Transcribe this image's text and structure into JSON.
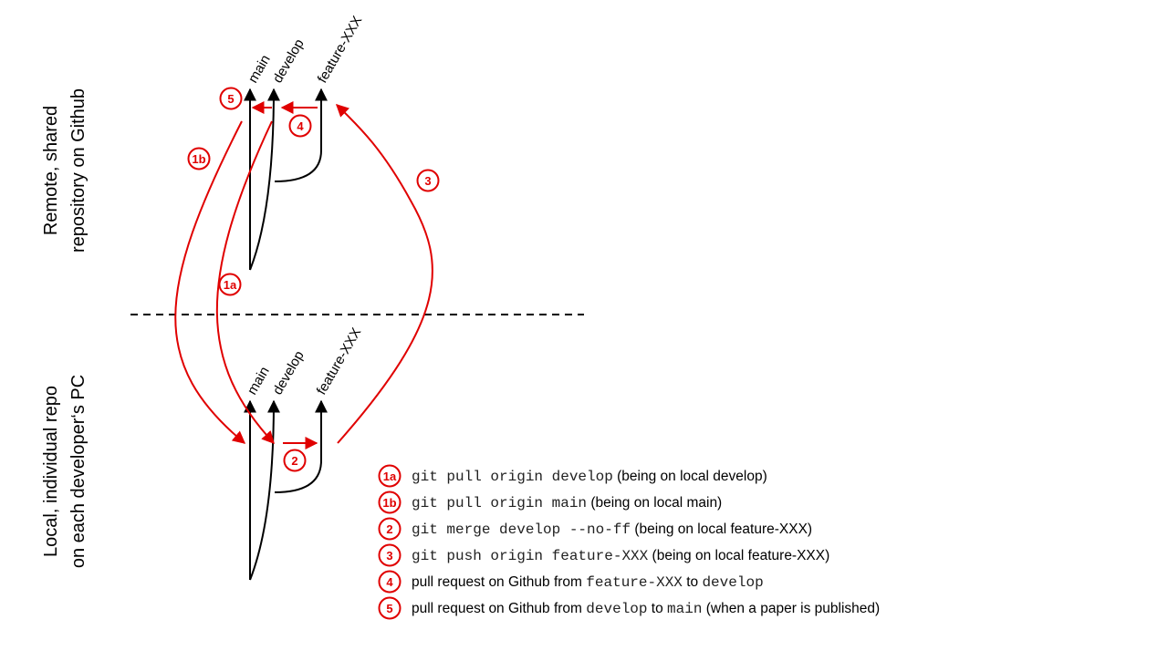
{
  "colors": {
    "accent": "#e00000",
    "branch": "#000000",
    "text": "#000000"
  },
  "regions": {
    "remote": {
      "line1": "Remote, shared",
      "line2": "repository on Github"
    },
    "local": {
      "line1": "Local, individual repo",
      "line2": "on each developer‘s PC"
    }
  },
  "remote_branches": {
    "main": "main",
    "develop": "develop",
    "feature": "feature-XXX"
  },
  "local_branches": {
    "main": "main",
    "develop": "develop",
    "feature": "feature-XXX"
  },
  "badges": {
    "b1a": "1a",
    "b1b": "1b",
    "b2": "2",
    "b3": "3",
    "b4": "4",
    "b5": "5"
  },
  "legend": [
    {
      "badge": "1a",
      "parts": [
        {
          "t": "git pull origin develop",
          "mono": true
        },
        {
          "t": " (being on local develop)",
          "mono": false
        }
      ]
    },
    {
      "badge": "1b",
      "parts": [
        {
          "t": "git pull origin main",
          "mono": true
        },
        {
          "t": " (being on local main)",
          "mono": false
        }
      ]
    },
    {
      "badge": "2",
      "parts": [
        {
          "t": "git merge develop --no-ff",
          "mono": true
        },
        {
          "t": " (being on local feature-XXX)",
          "mono": false
        }
      ]
    },
    {
      "badge": "3",
      "parts": [
        {
          "t": "git push origin feature-XXX",
          "mono": true
        },
        {
          "t": " (being on local feature-XXX)",
          "mono": false
        }
      ]
    },
    {
      "badge": "4",
      "parts": [
        {
          "t": "pull request on Github from ",
          "mono": false
        },
        {
          "t": "feature-XXX",
          "mono": true
        },
        {
          "t": " to ",
          "mono": false
        },
        {
          "t": "develop",
          "mono": true
        }
      ]
    },
    {
      "badge": "5",
      "parts": [
        {
          "t": "pull request on Github from ",
          "mono": false
        },
        {
          "t": "develop",
          "mono": true
        },
        {
          "t": " to ",
          "mono": false
        },
        {
          "t": "main",
          "mono": true
        },
        {
          "t": " (when a paper is published)",
          "mono": false
        }
      ]
    }
  ]
}
